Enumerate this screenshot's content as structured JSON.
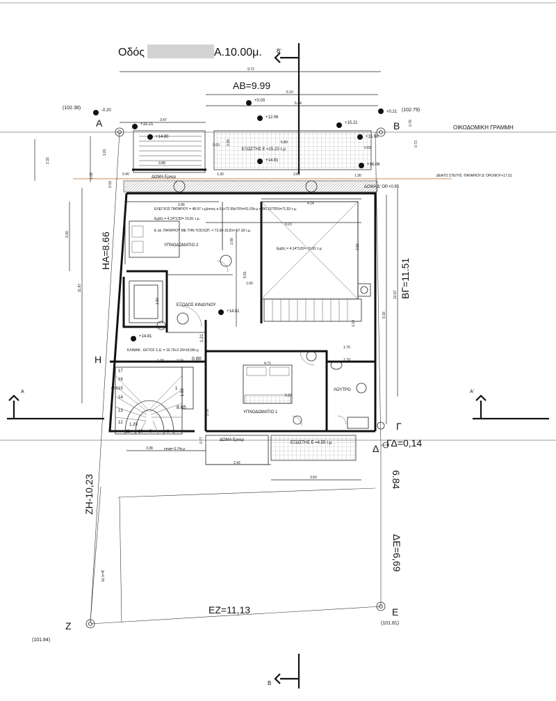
{
  "street": {
    "label_prefix": "Οδός",
    "label_suffix": "Α.10.00μ."
  },
  "building_line": "ΟΙΚΟΔΟΜΙΚΗ ΓΡΑΜΜΗ",
  "section_markers": {
    "top": "Β'",
    "bottom": "Β",
    "left": "Α",
    "right": "Α'"
  },
  "side_labels": {
    "ab": "ΑΒ=9.99",
    "ha": "ΗΑ=8.66",
    "bg": "ΒΓ=11.51",
    "gd": "ΓΔ=0,14",
    "de": "ΔΕ=6,69",
    "ez": "ΕΖ=11,13",
    "zh": "ΖΗ-10,23",
    "d684": "6.84"
  },
  "corners": {
    "A": "Α",
    "B": "Β",
    "G": "Γ",
    "D": "Δ",
    "E": "Ε",
    "Z": "Ζ",
    "H": "Η"
  },
  "spot_levels": {
    "nw": "(102.38)",
    "ne": "(102.79)",
    "sw": "(101.84)",
    "se": "(101.81)"
  },
  "rooms": {
    "bedroom2": "ΥΠΝΟΔΩΜΑΤΙΟ 2",
    "bedroom1": "ΥΠΝΟΔΩΜΑΤΙΟ 1",
    "bath": "ΛΟΥΤΡΟ",
    "emergency": "ΕΞΟΔΟΣ ΚΙΝΔΥΝΟΥ",
    "top_terrace": "ΕΞΩΣΤΗΣ   Ε =15.23  τ.μ",
    "bottom_terrace": "ΕΞΩΣΤΗΣ   Ε =4.55  τ.μ",
    "roof_top": "ΔΩΜΑ Ερκερ",
    "roof_bottom": "ΔΩΜΑ Ερκερ",
    "roof_level": "ΔΩΜΑ Δ' ΟΡ.+0.95",
    "roof_note": "ΔΕΑΤΟ  ΣΤΕΓΗΣ -ΠΑΤΑΡΙΟΥ Δ' ΟΡΟΦΟΥ+17.51"
  },
  "notes": {
    "mezz_check": "ΕΛΕΓΧΟΣ ΠΑΤΑΡΙΟΥ  = 48.97 τ.μ(εκτος α.δ.)<72.99x70%=51.09τ.μ.<286.15*25%=71,53 τ.μ.",
    "mezz_area1": "Εμβ/ς  = 4,14*3,82= 15,81 τ.μ.",
    "mezz_area2": "Ε αλ. ΠΑΤΑΡΙΟΥ  ΜΕ ΤΗΝ ΤΟΣΧΩΠ. = 72,99-15,81= 57.18 τ.μ.",
    "void_area": "Εμβ/ς  = 4,14*3,82= 15,81 τ.μ.",
    "stair_area": "ΚΛΙΜΑΚ . ΕΚΤΟΣ Σ.Δ. = 16.79+2.20=18.99τ.μ",
    "epifan": "επιφ= 0.74τ.μ"
  },
  "elevations": {
    "e000": "+0.00",
    "e020": "-0.20",
    "e021": "+0.21",
    "e1206": "+12.06",
    "e1521a": "+15.21",
    "e1521b": "+15.21",
    "e1480": "+14.80",
    "e1596": "+15.96",
    "e1481a": "+14.81",
    "e1606": "+16.06",
    "e1481b": "+14.81",
    "e1481c": "+14.81"
  },
  "dims": {
    "d972": "9.72",
    "d610": "6.10",
    "d644": "6.44",
    "d347": "3.47",
    "d589": "5.89",
    "d060a": "0.60",
    "d060b": "0.60",
    "d095": "0.95",
    "d386": "3.86",
    "d388": "3.88",
    "d040": "0.40",
    "d130a": "1.30",
    "d130b": "1.30",
    "d232": "2.32",
    "d181": "1.81",
    "d108": "1.08",
    "d016": "0.16",
    "d396": "3.96",
    "d414": "4.14",
    "d923": "9.23",
    "d299": "2.99",
    "d581": "5.81",
    "d100": "1.00",
    "d382": "3.82",
    "d300": "3.00",
    "d1187": "11.87",
    "d1067": "10.67",
    "d918": "9.18",
    "d170a": "1.70",
    "d170b": "1.70",
    "d110": "1.10",
    "d190": "1.90",
    "d121": "1.21",
    "d080": "0.80",
    "d120a": "1.20",
    "d219": "2.19",
    "d120b": "1.20",
    "d471": "4.71",
    "d622": "6.22",
    "d378": "3.78",
    "d077": "0.77",
    "d338": "3.38",
    "d242": "2.42",
    "d350": "3.50",
    "d378b": "Δ=4.78",
    "d056": "0.56",
    "d079": "0.79",
    "d073": "0.73",
    "d150": "1.50",
    "d865": "8.65"
  },
  "stair_numbers": [
    "17",
    "16",
    "15",
    "14",
    "13",
    "12",
    "11",
    "10",
    "9",
    "8"
  ],
  "stair_start": "1"
}
